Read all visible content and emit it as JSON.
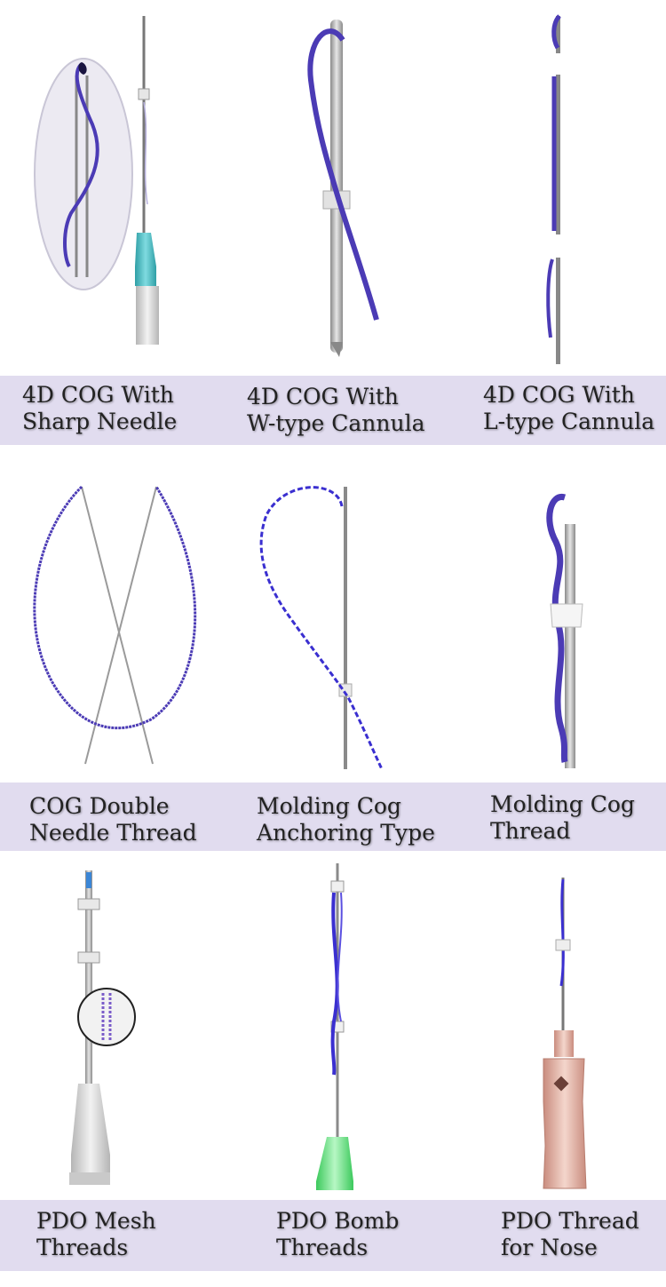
{
  "colors": {
    "label_band": "#e1dcef",
    "thread": "#4b3bb5",
    "needle": "#9a9a9a",
    "hub_teal": "#3fb8bf",
    "hub_green": "#5ee27c",
    "hub_rose": "#d9a497"
  },
  "products": [
    {
      "line1": "4D COG With",
      "line2": "Sharp Needle",
      "icon": "sharp-needle-thread-icon"
    },
    {
      "line1": "4D COG With",
      "line2": "W-type Cannula",
      "icon": "w-cannula-thread-icon"
    },
    {
      "line1": "4D COG With",
      "line2": "L-type Cannula",
      "icon": "l-cannula-thread-icon"
    },
    {
      "line1": "COG Double",
      "line2": "Needle Thread",
      "icon": "double-needle-thread-icon"
    },
    {
      "line1": "Molding Cog",
      "line2": "Anchoring Type",
      "icon": "anchoring-cog-thread-icon"
    },
    {
      "line1": "Molding Cog",
      "line2": "Thread",
      "icon": "molding-cog-thread-icon"
    },
    {
      "line1": "PDO Mesh",
      "line2": "Threads",
      "icon": "mesh-thread-icon"
    },
    {
      "line1": "PDO Bomb",
      "line2": "Threads",
      "icon": "bomb-thread-icon"
    },
    {
      "line1": "PDO Thread",
      "line2": "for Nose",
      "icon": "nose-thread-icon"
    }
  ]
}
